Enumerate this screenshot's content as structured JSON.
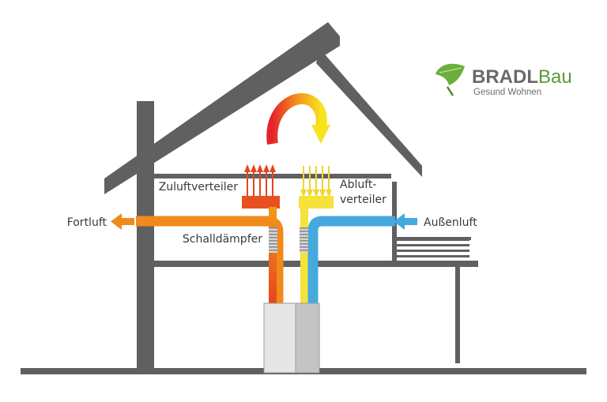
{
  "logo": {
    "brand_bold": "BRADL",
    "brand_light": "Bau",
    "tagline": "Gesund Wohnen"
  },
  "labels": {
    "zuluftverteiler": "Zuluftverteiler",
    "abluft_line1": "Abluft-",
    "abluft_line2": "verteiler",
    "fortluft": "Fortluft",
    "aussenluft": "Außenluft",
    "schalldaempfer": "Schalldämpfer"
  },
  "colors": {
    "house": "#606060",
    "supply_duct": "#f08a1c",
    "extract_duct": "#f5e23a",
    "outdoor_duct": "#45a9de",
    "exhaust_arrow": "#f08a1c",
    "outdoor_arrow": "#45a9de",
    "brand_green": "#5b9a35",
    "brand_grey": "#6a6a6a"
  }
}
